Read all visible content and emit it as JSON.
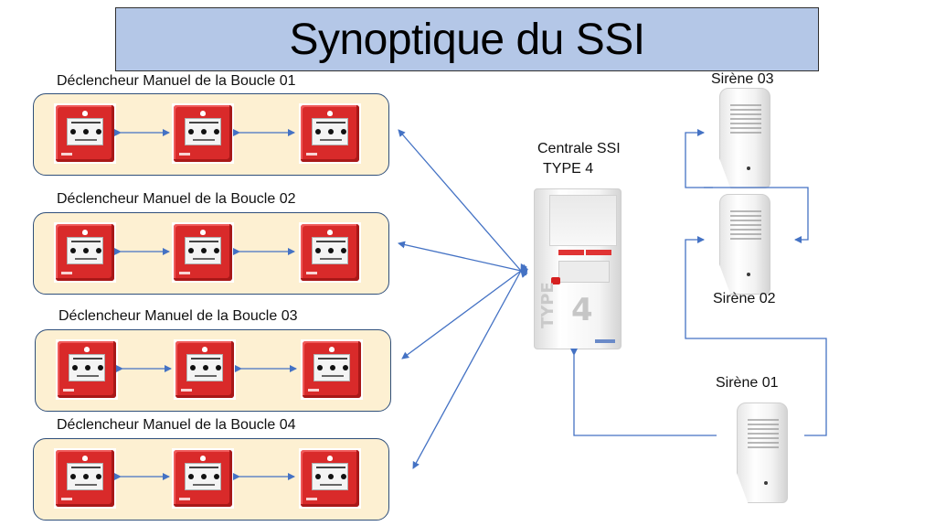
{
  "title": "Synoptique du SSI",
  "loops": [
    {
      "label": "Déclencheur Manuel de la Boucle 01"
    },
    {
      "label": "Déclencheur Manuel de la Boucle 02"
    },
    {
      "label": "Déclencheur Manuel de la Boucle 03"
    },
    {
      "label": "Déclencheur Manuel de la Boucle 04"
    }
  ],
  "central": {
    "line1": "Centrale SSI",
    "line2": "TYPE 4"
  },
  "sirens": {
    "s01": "Sirène 01",
    "s02": "Sirène 02",
    "s03": "Sirène 03"
  },
  "colors": {
    "title_bg": "#b4c7e7",
    "loop_bg": "#fdf0d2",
    "wire": "#4472c4",
    "mcp_red": "#d92a2a"
  },
  "icons": {
    "mcp": "manual-call-point-icon",
    "siren": "siren-icon",
    "panel": "fire-alarm-panel-icon"
  }
}
